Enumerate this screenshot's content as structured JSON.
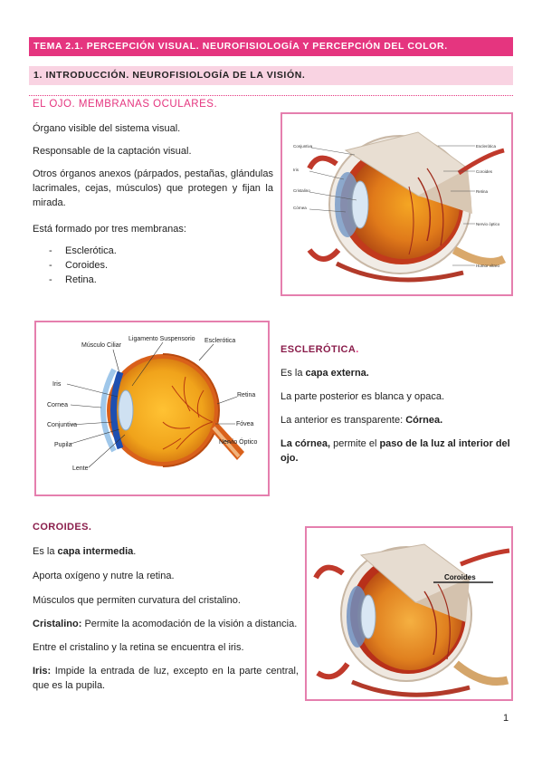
{
  "header": {
    "title": "TEMA 2.1. PERCEPCIÓN VISUAL. NEUROFISIOLOGÍA Y PERCEPCIÓN DEL COLOR.",
    "section": "1. INTRODUCCIÓN. NEUROFISIOLOGÍA DE LA VISIÓN."
  },
  "ojo": {
    "subtitle": "EL OJO. MEMBRANAS OCULARES.",
    "p1": "Órgano visible del sistema visual.",
    "p2": "Responsable de la captación visual.",
    "p3": "Otros órganos anexos (párpados, pestañas, glándulas lacrimales, cejas, músculos) que protegen y fijan la mirada.",
    "p4": "Está formado por tres membranas:",
    "bullet_char": "-",
    "membranes": [
      "Esclerótica.",
      "Coroides.",
      "Retina."
    ]
  },
  "diagram1": {
    "labels": [
      "Conjuntiva",
      "Iris",
      "Cristalino",
      "Córnea",
      "Esclerótica",
      "Coroides",
      "Retina",
      "Nervio óptico",
      "Humor vítreo"
    ]
  },
  "diagram2": {
    "labels": {
      "ciliar": "Músculo Ciliar",
      "ligamento": "Ligamento Suspensorio",
      "esclerotica": "Esclerótica",
      "iris": "Iris",
      "cornea": "Cornea",
      "conjuntiva": "Conjuntiva",
      "pupila": "Pupila",
      "lente": "Lente",
      "retina": "Retina",
      "fovea": "Fóvea",
      "nervio": "Nervio Óptico"
    }
  },
  "esclerotica": {
    "heading": "ESCLERÓTICA",
    "heading_dot": ".",
    "p1_pre": "Es la ",
    "p1_bold": "capa externa.",
    "p2": "La parte posterior es blanca y opaca.",
    "p3_pre": "La anterior es transparente: ",
    "p3_bold": "Córnea.",
    "p4_bold1": "La córnea,",
    "p4_mid": " permite el ",
    "p4_bold2": "paso de la luz al interior del ojo."
  },
  "coroides": {
    "heading": "COROIDES.",
    "p1_pre": "Es la ",
    "p1_bold": "capa intermedia",
    "p1_post": ".",
    "p2": "Aporta oxígeno y nutre la retina.",
    "p3": "Músculos que permiten curvatura del cristalino.",
    "p4_bold": "Cristalino:",
    "p4_rest": " Permite la acomodación de la visión a distancia.",
    "p5": "Entre el cristalino y la retina se encuentra el iris.",
    "p6_bold": "Iris:",
    "p6_rest": " Impide la entrada de luz, excepto en la parte central, que es la pupila."
  },
  "diagram3": {
    "label": "Coroides"
  },
  "colors": {
    "accent": "#e5357f",
    "accent_light": "#f9d3e2",
    "maroon": "#8a1d4b",
    "frame": "#e57fae"
  },
  "page_number": "1"
}
